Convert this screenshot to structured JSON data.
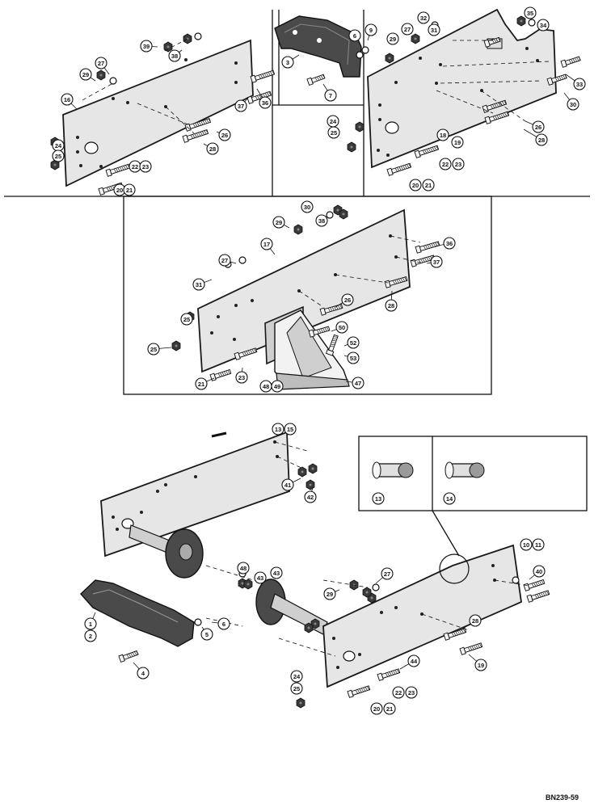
{
  "drawing_code": "BN239-59",
  "callouts": {
    "c1": "1",
    "c2": "2",
    "c3": "3",
    "c4": "4",
    "c5": "5",
    "c6": "6",
    "c7": "7",
    "c9": "9",
    "c10": "10",
    "c11": "11",
    "c13": "13",
    "c14": "14",
    "c15": "15",
    "c16": "16",
    "c17": "17",
    "c18": "18",
    "c19": "19",
    "c20": "20",
    "c21": "21",
    "c22": "22",
    "c23": "23",
    "c24": "24",
    "c25": "25",
    "c26": "26",
    "c27": "27",
    "c28": "28",
    "c29": "29",
    "c30": "30",
    "c31": "31",
    "c32": "32",
    "c33": "33",
    "c34": "34",
    "c35": "35",
    "c36": "36",
    "c37": "37",
    "c38": "38",
    "c39": "39",
    "c40": "40",
    "c41": "41",
    "c42": "42",
    "c43": "43",
    "c44": "44",
    "c47": "47",
    "c48": "48",
    "c49": "49",
    "c50": "50",
    "c52": "52",
    "c53": "53"
  }
}
